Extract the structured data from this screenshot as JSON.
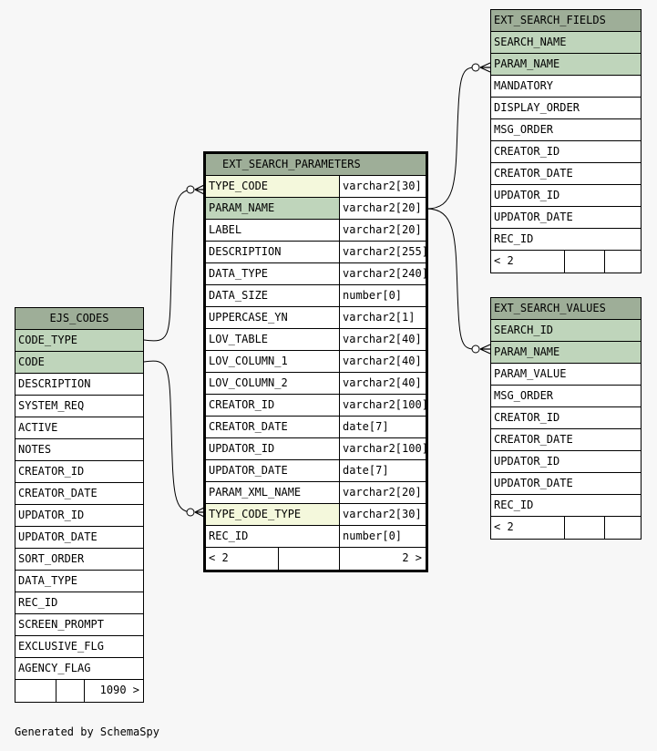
{
  "ejs_codes": {
    "title": "EJS_CODES",
    "columns": [
      "CODE_TYPE",
      "CODE",
      "DESCRIPTION",
      "SYSTEM_REQ",
      "ACTIVE",
      "NOTES",
      "CREATOR_ID",
      "CREATOR_DATE",
      "UPDATOR_ID",
      "UPDATOR_DATE",
      "SORT_ORDER",
      "DATA_TYPE",
      "REC_ID",
      "SCREEN_PROMPT",
      "EXCLUSIVE_FLG",
      "AGENCY_FLAG"
    ],
    "footer": [
      "",
      "",
      "1090 >"
    ]
  },
  "ext_search_parameters": {
    "title": "EXT_SEARCH_PARAMETERS",
    "columns": [
      {
        "name": "TYPE_CODE",
        "type": "varchar2[30]"
      },
      {
        "name": "PARAM_NAME",
        "type": "varchar2[20]"
      },
      {
        "name": "LABEL",
        "type": "varchar2[20]"
      },
      {
        "name": "DESCRIPTION",
        "type": "varchar2[255]"
      },
      {
        "name": "DATA_TYPE",
        "type": "varchar2[240]"
      },
      {
        "name": "DATA_SIZE",
        "type": "number[0]"
      },
      {
        "name": "UPPERCASE_YN",
        "type": "varchar2[1]"
      },
      {
        "name": "LOV_TABLE",
        "type": "varchar2[40]"
      },
      {
        "name": "LOV_COLUMN_1",
        "type": "varchar2[40]"
      },
      {
        "name": "LOV_COLUMN_2",
        "type": "varchar2[40]"
      },
      {
        "name": "CREATOR_ID",
        "type": "varchar2[100]"
      },
      {
        "name": "CREATOR_DATE",
        "type": "date[7]"
      },
      {
        "name": "UPDATOR_ID",
        "type": "varchar2[100]"
      },
      {
        "name": "UPDATOR_DATE",
        "type": "date[7]"
      },
      {
        "name": "PARAM_XML_NAME",
        "type": "varchar2[20]"
      },
      {
        "name": "TYPE_CODE_TYPE",
        "type": "varchar2[30]"
      },
      {
        "name": "REC_ID",
        "type": "number[0]"
      }
    ],
    "footer": [
      "< 2",
      "",
      "2 >"
    ]
  },
  "ext_search_fields": {
    "title": "EXT_SEARCH_FIELDS",
    "columns": [
      "SEARCH_NAME",
      "PARAM_NAME",
      "MANDATORY",
      "DISPLAY_ORDER",
      "MSG_ORDER",
      "CREATOR_ID",
      "CREATOR_DATE",
      "UPDATOR_ID",
      "UPDATOR_DATE",
      "REC_ID"
    ],
    "footer": [
      "< 2",
      "",
      ""
    ]
  },
  "ext_search_values": {
    "title": "EXT_SEARCH_VALUES",
    "columns": [
      "SEARCH_ID",
      "PARAM_NAME",
      "PARAM_VALUE",
      "MSG_ORDER",
      "CREATOR_ID",
      "CREATOR_DATE",
      "UPDATOR_ID",
      "UPDATOR_DATE",
      "REC_ID"
    ],
    "footer": [
      "< 2",
      "",
      ""
    ]
  },
  "footer_text": "Generated by SchemaSpy"
}
